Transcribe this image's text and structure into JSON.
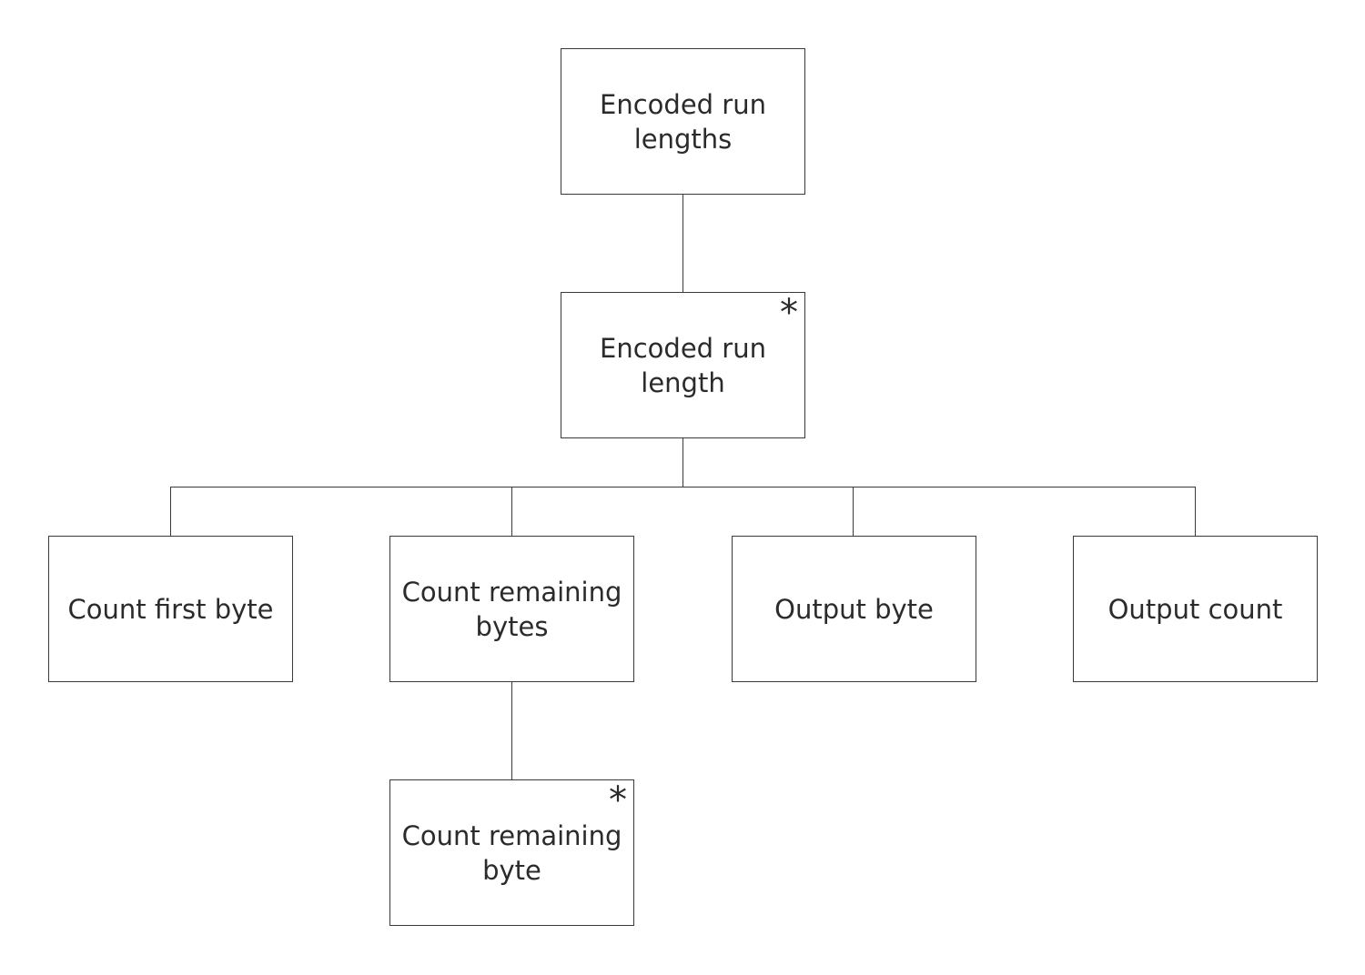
{
  "diagram": {
    "nodes": {
      "root": {
        "lines": [
          "Encoded run",
          "lengths"
        ],
        "marker": ""
      },
      "run": {
        "lines": [
          "Encoded run",
          "length"
        ],
        "marker": "*"
      },
      "count_first": {
        "lines": [
          "Count first byte"
        ],
        "marker": ""
      },
      "count_remaining_bytes": {
        "lines": [
          "Count remaining",
          "bytes"
        ],
        "marker": ""
      },
      "output_byte": {
        "lines": [
          "Output byte"
        ],
        "marker": ""
      },
      "output_count": {
        "lines": [
          "Output count"
        ],
        "marker": ""
      },
      "count_remaining_byte": {
        "lines": [
          "Count remaining",
          "byte"
        ],
        "marker": "*"
      }
    },
    "edges": [
      {
        "from": "root",
        "to": "run"
      },
      {
        "from": "run",
        "to": "count_first"
      },
      {
        "from": "run",
        "to": "count_remaining_bytes"
      },
      {
        "from": "run",
        "to": "output_byte"
      },
      {
        "from": "run",
        "to": "output_count"
      },
      {
        "from": "count_remaining_bytes",
        "to": "count_remaining_byte"
      }
    ]
  }
}
